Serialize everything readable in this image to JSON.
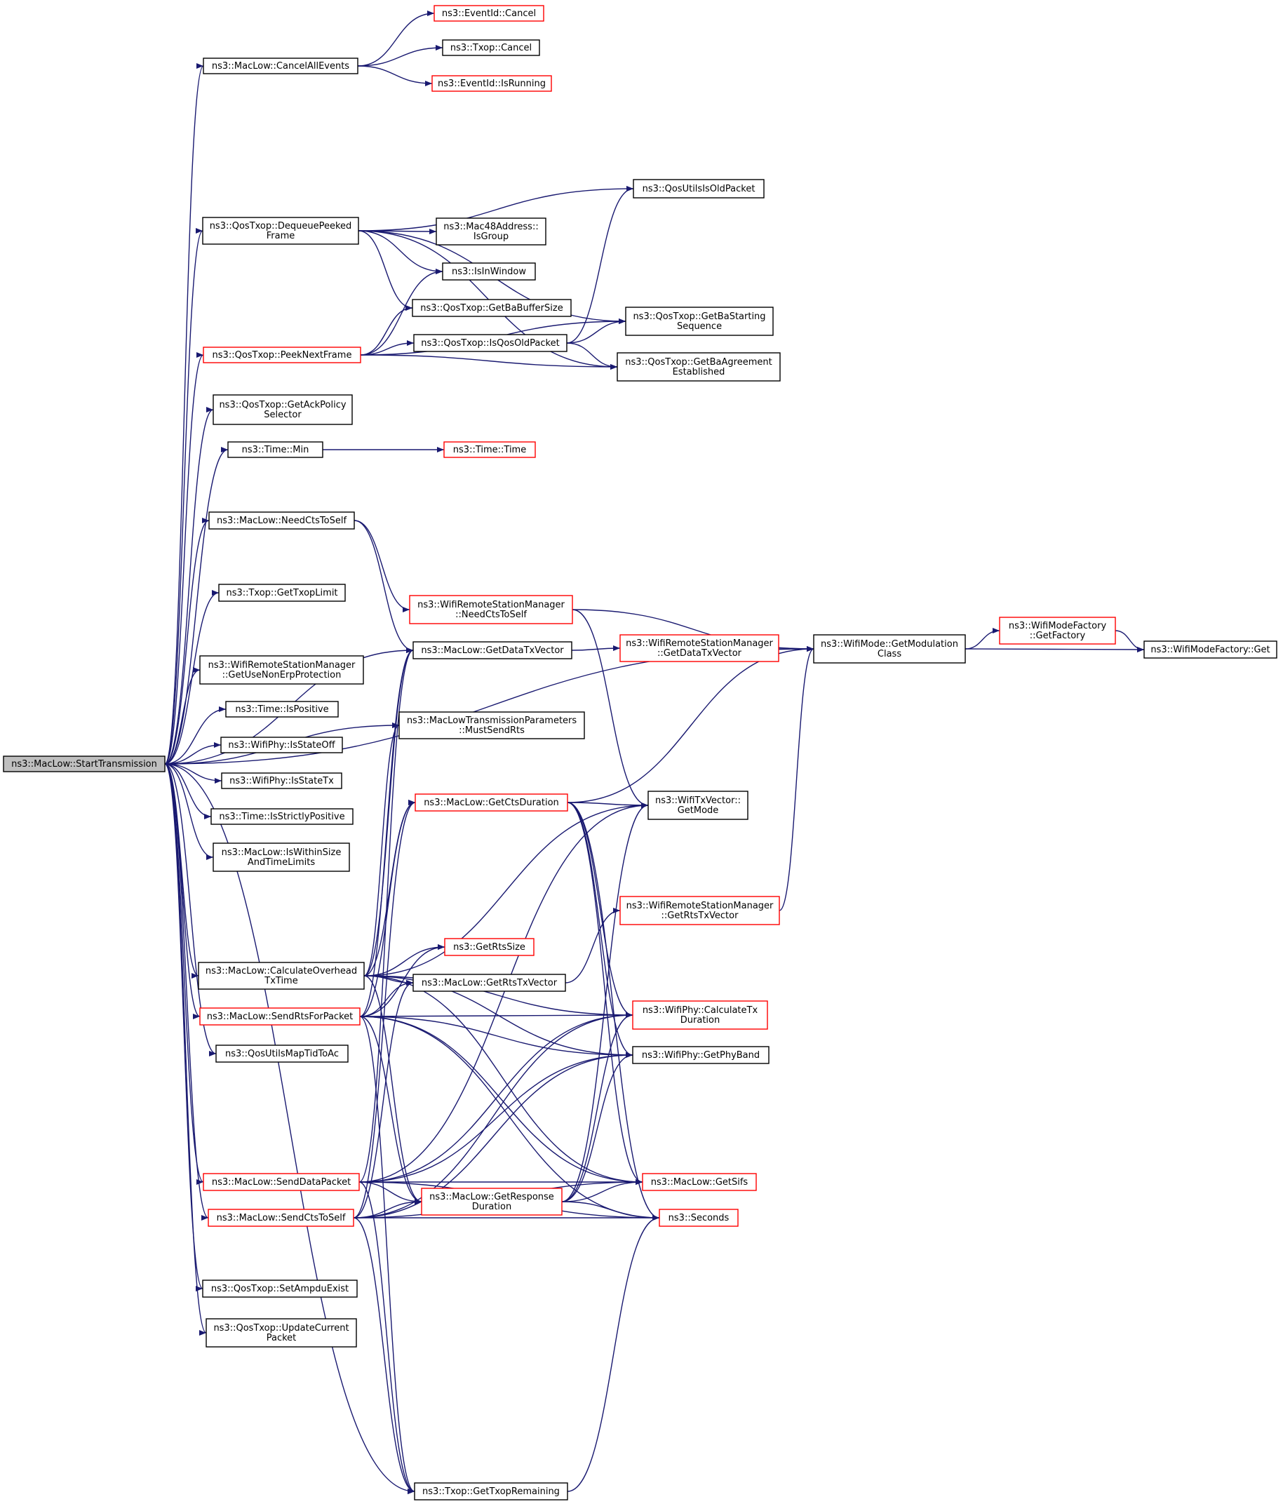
{
  "colors": {
    "edge": "#191970",
    "link_border": "#ff0000",
    "plain_border": "#000000",
    "root_fill": "#bfbfbf"
  },
  "nodes": [
    {
      "id": "start",
      "lines": [
        "ns3::MacLow::StartTransmission"
      ],
      "style": "root"
    },
    {
      "id": "cancelall",
      "lines": [
        "ns3::MacLow::CancelAllEvents"
      ],
      "style": "plain"
    },
    {
      "id": "eventcancel",
      "lines": [
        "ns3::EventId::Cancel"
      ],
      "style": "red"
    },
    {
      "id": "txopcancel",
      "lines": [
        "ns3::Txop::Cancel"
      ],
      "style": "plain"
    },
    {
      "id": "isrunning",
      "lines": [
        "ns3::EventId::IsRunning"
      ],
      "style": "red"
    },
    {
      "id": "dequeue",
      "lines": [
        "ns3::QosTxop::DequeuePeeked",
        "Frame"
      ],
      "style": "plain"
    },
    {
      "id": "qosutilsold",
      "lines": [
        "ns3::QosUtilsIsOldPacket"
      ],
      "style": "plain"
    },
    {
      "id": "isgroup",
      "lines": [
        "ns3::Mac48Address::",
        "IsGroup"
      ],
      "style": "plain"
    },
    {
      "id": "isinwindow",
      "lines": [
        "ns3::IsInWindow"
      ],
      "style": "plain"
    },
    {
      "id": "babuffer",
      "lines": [
        "ns3::QosTxop::GetBaBufferSize"
      ],
      "style": "plain"
    },
    {
      "id": "bastarting",
      "lines": [
        "ns3::QosTxop::GetBaStarting",
        "Sequence"
      ],
      "style": "plain"
    },
    {
      "id": "peeknext",
      "lines": [
        "ns3::QosTxop::PeekNextFrame"
      ],
      "style": "red"
    },
    {
      "id": "isqosold",
      "lines": [
        "ns3::QosTxop::IsQosOldPacket"
      ],
      "style": "plain"
    },
    {
      "id": "baagreement",
      "lines": [
        "ns3::QosTxop::GetBaAgreement",
        "Established"
      ],
      "style": "plain"
    },
    {
      "id": "ackpolicy",
      "lines": [
        "ns3::QosTxop::GetAckPolicy",
        "Selector"
      ],
      "style": "plain"
    },
    {
      "id": "timemin",
      "lines": [
        "ns3::Time::Min"
      ],
      "style": "plain"
    },
    {
      "id": "timetime",
      "lines": [
        "ns3::Time::Time"
      ],
      "style": "red"
    },
    {
      "id": "needcts",
      "lines": [
        "ns3::MacLow::NeedCtsToSelf"
      ],
      "style": "plain"
    },
    {
      "id": "txoplimit",
      "lines": [
        "ns3::Txop::GetTxopLimit"
      ],
      "style": "plain"
    },
    {
      "id": "wrsmneedcts",
      "lines": [
        "ns3::WifiRemoteStationManager",
        "::NeedCtsToSelf"
      ],
      "style": "red"
    },
    {
      "id": "getdatatxv",
      "lines": [
        "ns3::MacLow::GetDataTxVector"
      ],
      "style": "plain"
    },
    {
      "id": "wrsmdatatxv",
      "lines": [
        "ns3::WifiRemoteStationManager",
        "::GetDataTxVector"
      ],
      "style": "red"
    },
    {
      "id": "modclass",
      "lines": [
        "ns3::WifiMode::GetModulation",
        "Class"
      ],
      "style": "plain"
    },
    {
      "id": "getfactory",
      "lines": [
        "ns3::WifiModeFactory",
        "::GetFactory"
      ],
      "style": "red"
    },
    {
      "id": "factoryget",
      "lines": [
        "ns3::WifiModeFactory::Get"
      ],
      "style": "plain"
    },
    {
      "id": "nonerp",
      "lines": [
        "ns3::WifiRemoteStationManager",
        "::GetUseNonErpProtection"
      ],
      "style": "plain"
    },
    {
      "id": "ispositive",
      "lines": [
        "ns3::Time::IsPositive"
      ],
      "style": "plain"
    },
    {
      "id": "mustsendrts",
      "lines": [
        "ns3::MacLowTransmissionParameters",
        "::MustSendRts"
      ],
      "style": "plain"
    },
    {
      "id": "isstateoff",
      "lines": [
        "ns3::WifiPhy::IsStateOff"
      ],
      "style": "plain"
    },
    {
      "id": "isstatetx",
      "lines": [
        "ns3::WifiPhy::IsStateTx"
      ],
      "style": "plain"
    },
    {
      "id": "ctsduration",
      "lines": [
        "ns3::MacLow::GetCtsDuration"
      ],
      "style": "red"
    },
    {
      "id": "getmode",
      "lines": [
        "ns3::WifiTxVector::",
        "GetMode"
      ],
      "style": "plain"
    },
    {
      "id": "strictlypos",
      "lines": [
        "ns3::Time::IsStrictlyPositive"
      ],
      "style": "plain"
    },
    {
      "id": "withinsize",
      "lines": [
        "ns3::MacLow::IsWithinSize",
        "AndTimeLimits"
      ],
      "style": "plain"
    },
    {
      "id": "wrsmrtstxv",
      "lines": [
        "ns3::WifiRemoteStationManager",
        "::GetRtsTxVector"
      ],
      "style": "red"
    },
    {
      "id": "getrtssize",
      "lines": [
        "ns3::GetRtsSize"
      ],
      "style": "red"
    },
    {
      "id": "calcoverhead",
      "lines": [
        "ns3::MacLow::CalculateOverhead",
        "TxTime"
      ],
      "style": "plain"
    },
    {
      "id": "getrtstxv",
      "lines": [
        "ns3::MacLow::GetRtsTxVector"
      ],
      "style": "plain"
    },
    {
      "id": "sendrts",
      "lines": [
        "ns3::MacLow::SendRtsForPacket"
      ],
      "style": "red"
    },
    {
      "id": "calctxdur",
      "lines": [
        "ns3::WifiPhy::CalculateTx",
        "Duration"
      ],
      "style": "red"
    },
    {
      "id": "getphyband",
      "lines": [
        "ns3::WifiPhy::GetPhyBand"
      ],
      "style": "plain"
    },
    {
      "id": "maptidtoac",
      "lines": [
        "ns3::QosUtilsMapTidToAc"
      ],
      "style": "plain"
    },
    {
      "id": "senddata",
      "lines": [
        "ns3::MacLow::SendDataPacket"
      ],
      "style": "red"
    },
    {
      "id": "getsifs",
      "lines": [
        "ns3::MacLow::GetSifs"
      ],
      "style": "red"
    },
    {
      "id": "getresp",
      "lines": [
        "ns3::MacLow::GetResponse",
        "Duration"
      ],
      "style": "red"
    },
    {
      "id": "sendcts",
      "lines": [
        "ns3::MacLow::SendCtsToSelf"
      ],
      "style": "red"
    },
    {
      "id": "seconds",
      "lines": [
        "ns3::Seconds"
      ],
      "style": "red"
    },
    {
      "id": "setampdu",
      "lines": [
        "ns3::QosTxop::SetAmpduExist"
      ],
      "style": "plain"
    },
    {
      "id": "updatecurr",
      "lines": [
        "ns3::QosTxop::UpdateCurrent",
        "Packet"
      ],
      "style": "plain"
    },
    {
      "id": "txopremain",
      "lines": [
        "ns3::Txop::GetTxopRemaining"
      ],
      "style": "plain"
    }
  ],
  "edges": [
    [
      "start",
      "cancelall"
    ],
    [
      "start",
      "dequeue"
    ],
    [
      "start",
      "peeknext"
    ],
    [
      "start",
      "ackpolicy"
    ],
    [
      "start",
      "timemin"
    ],
    [
      "start",
      "needcts"
    ],
    [
      "start",
      "txoplimit"
    ],
    [
      "start",
      "nonerp"
    ],
    [
      "start",
      "ispositive"
    ],
    [
      "start",
      "isstateoff"
    ],
    [
      "start",
      "isstatetx"
    ],
    [
      "start",
      "strictlypos"
    ],
    [
      "start",
      "withinsize"
    ],
    [
      "start",
      "calcoverhead"
    ],
    [
      "start",
      "sendrts"
    ],
    [
      "start",
      "maptidtoac"
    ],
    [
      "start",
      "senddata"
    ],
    [
      "start",
      "sendcts"
    ],
    [
      "start",
      "setampdu"
    ],
    [
      "start",
      "updatecurr"
    ],
    [
      "start",
      "modclass"
    ],
    [
      "start",
      "getdatatxv"
    ],
    [
      "start",
      "mustsendrts"
    ],
    [
      "start",
      "txopremain"
    ],
    [
      "cancelall",
      "eventcancel"
    ],
    [
      "cancelall",
      "txopcancel"
    ],
    [
      "cancelall",
      "isrunning"
    ],
    [
      "dequeue",
      "qosutilsold"
    ],
    [
      "dequeue",
      "isgroup"
    ],
    [
      "dequeue",
      "isinwindow"
    ],
    [
      "dequeue",
      "babuffer"
    ],
    [
      "dequeue",
      "bastarting"
    ],
    [
      "dequeue",
      "baagreement"
    ],
    [
      "peeknext",
      "isinwindow"
    ],
    [
      "peeknext",
      "babuffer"
    ],
    [
      "peeknext",
      "isqosold"
    ],
    [
      "peeknext",
      "bastarting"
    ],
    [
      "peeknext",
      "baagreement"
    ],
    [
      "isqosold",
      "qosutilsold"
    ],
    [
      "isqosold",
      "bastarting"
    ],
    [
      "isqosold",
      "baagreement"
    ],
    [
      "timemin",
      "timetime"
    ],
    [
      "needcts",
      "wrsmneedcts"
    ],
    [
      "needcts",
      "getdatatxv"
    ],
    [
      "wrsmneedcts",
      "modclass"
    ],
    [
      "wrsmneedcts",
      "getmode"
    ],
    [
      "getdatatxv",
      "wrsmdatatxv"
    ],
    [
      "wrsmdatatxv",
      "modclass"
    ],
    [
      "modclass",
      "getfactory"
    ],
    [
      "modclass",
      "factoryget"
    ],
    [
      "getfactory",
      "factoryget"
    ],
    [
      "ctsduration",
      "getmode"
    ],
    [
      "ctsduration",
      "modclass"
    ],
    [
      "ctsduration",
      "calctxdur"
    ],
    [
      "ctsduration",
      "getphyband"
    ],
    [
      "ctsduration",
      "getsifs"
    ],
    [
      "ctsduration",
      "seconds"
    ],
    [
      "wrsmrtstxv",
      "modclass"
    ],
    [
      "getrtstxv",
      "wrsmrtstxv"
    ],
    [
      "calcoverhead",
      "getdatatxv"
    ],
    [
      "calcoverhead",
      "mustsendrts"
    ],
    [
      "calcoverhead",
      "ctsduration"
    ],
    [
      "calcoverhead",
      "getrtssize"
    ],
    [
      "calcoverhead",
      "getrtstxv"
    ],
    [
      "calcoverhead",
      "getmode"
    ],
    [
      "calcoverhead",
      "calctxdur"
    ],
    [
      "calcoverhead",
      "getphyband"
    ],
    [
      "calcoverhead",
      "getresp"
    ],
    [
      "calcoverhead",
      "getsifs"
    ],
    [
      "sendrts",
      "getdatatxv"
    ],
    [
      "sendrts",
      "ctsduration"
    ],
    [
      "sendrts",
      "getrtssize"
    ],
    [
      "sendrts",
      "getrtstxv"
    ],
    [
      "sendrts",
      "calctxdur"
    ],
    [
      "sendrts",
      "getphyband"
    ],
    [
      "sendrts",
      "getresp"
    ],
    [
      "sendrts",
      "getsifs"
    ],
    [
      "sendrts",
      "seconds"
    ],
    [
      "sendrts",
      "txopremain"
    ],
    [
      "senddata",
      "getdatatxv"
    ],
    [
      "senddata",
      "getresp"
    ],
    [
      "senddata",
      "getsifs"
    ],
    [
      "senddata",
      "calctxdur"
    ],
    [
      "senddata",
      "getphyband"
    ],
    [
      "senddata",
      "getmode"
    ],
    [
      "senddata",
      "seconds"
    ],
    [
      "senddata",
      "txopremain"
    ],
    [
      "sendcts",
      "getresp"
    ],
    [
      "sendcts",
      "ctsduration"
    ],
    [
      "sendcts",
      "getrtstxv"
    ],
    [
      "sendcts",
      "calctxdur"
    ],
    [
      "sendcts",
      "getphyband"
    ],
    [
      "sendcts",
      "getsifs"
    ],
    [
      "sendcts",
      "seconds"
    ],
    [
      "sendcts",
      "txopremain"
    ],
    [
      "getresp",
      "getmode"
    ],
    [
      "getresp",
      "getsifs"
    ],
    [
      "getresp",
      "seconds"
    ],
    [
      "getresp",
      "calctxdur"
    ],
    [
      "getresp",
      "getphyband"
    ],
    [
      "txopremain",
      "seconds"
    ]
  ]
}
